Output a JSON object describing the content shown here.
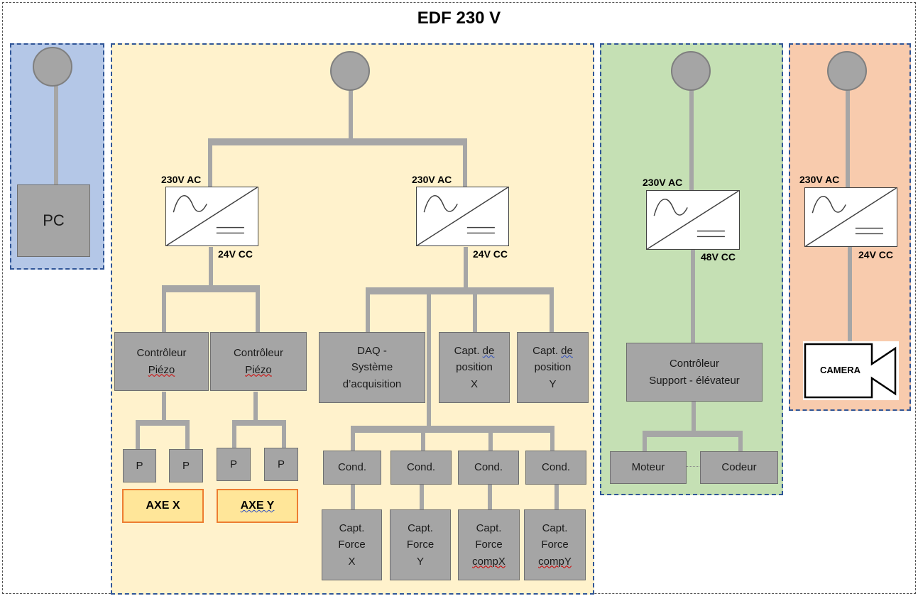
{
  "title": "EDF 230 V",
  "colors": {
    "zone_pc": "#b4c7e7",
    "zone_main": "#fff2cc",
    "zone_motor": "#c5e0b4",
    "zone_camera": "#f8cbad",
    "box": "#a5a5a5",
    "wire": "#a6a6a6",
    "axis_border": "#ed7d31",
    "axis_fill": "#ffe699",
    "zone_border": "#2f5597"
  },
  "pc": {
    "label": "PC"
  },
  "converters": [
    {
      "input": "230V AC",
      "output": "24V CC"
    },
    {
      "input": "230V AC",
      "output": "24V CC"
    },
    {
      "input": "230V AC",
      "output": "48V CC"
    },
    {
      "input": "230V AC",
      "output": "24V CC"
    }
  ],
  "piezo": {
    "controllers": [
      {
        "line1": "Contrôleur",
        "line2": "Piézo"
      },
      {
        "line1": "Contrôleur",
        "line2": "Piézo"
      }
    ],
    "p_label": "P",
    "axes": [
      "AXE X",
      "AXE Y"
    ]
  },
  "acquisition": {
    "daq": {
      "line1": "DAQ -",
      "line2": "Système",
      "line3": "d’acquisition"
    },
    "capt_x": {
      "line1": "Capt.",
      "line2": "de",
      "line3": "position",
      "line4": "X"
    },
    "capt_y": {
      "line1": "Capt.",
      "line2": "de",
      "line3": "position",
      "line4": "Y"
    },
    "cond_label": "Cond.",
    "forces": [
      {
        "line1": "Capt.",
        "line2": "Force",
        "line3": "X"
      },
      {
        "line1": "Capt.",
        "line2": "Force",
        "line3": "Y"
      },
      {
        "line1": "Capt.",
        "line2": "Force",
        "line3": "compX"
      },
      {
        "line1": "Capt.",
        "line2": "Force",
        "line3": "compY"
      }
    ]
  },
  "elevator": {
    "line1": "Contrôleur",
    "line2": "Support - élévateur",
    "motor": "Moteur",
    "encoder": "Codeur"
  },
  "camera": {
    "label": "CAMERA"
  }
}
